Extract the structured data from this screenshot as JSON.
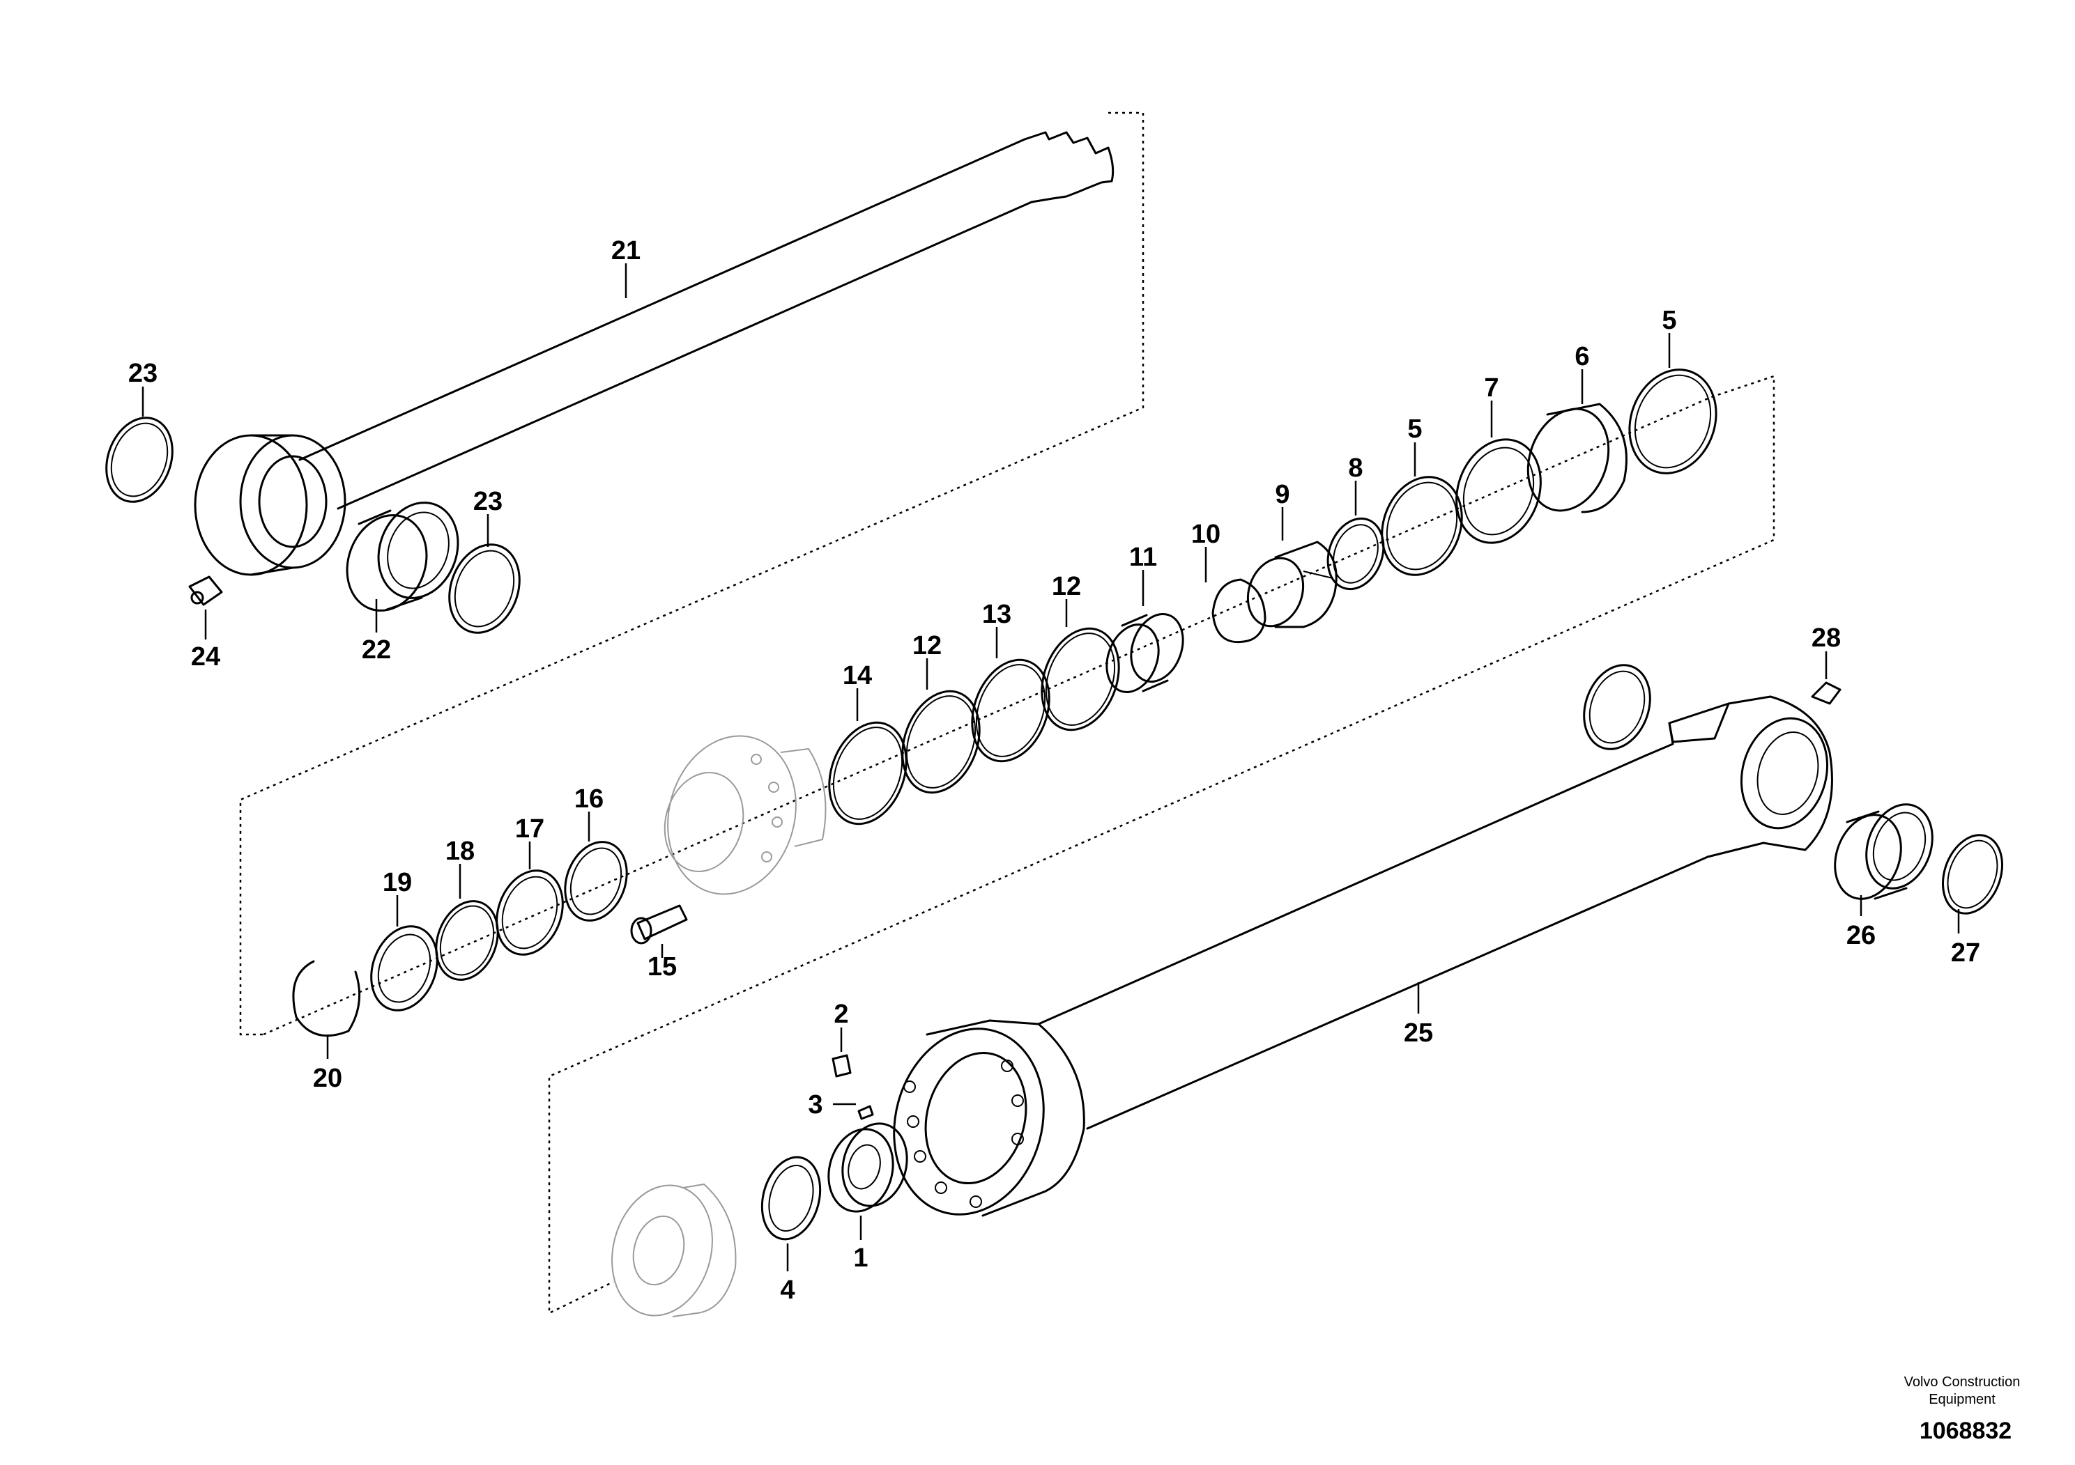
{
  "callouts": {
    "c1": "1",
    "c2": "2",
    "c3": "3",
    "c4": "4",
    "c5a": "5",
    "c5b": "5",
    "c6": "6",
    "c7": "7",
    "c8": "8",
    "c9": "9",
    "c10": "10",
    "c11": "11",
    "c12a": "12",
    "c12b": "12",
    "c13": "13",
    "c14": "14",
    "c15": "15",
    "c16": "16",
    "c17": "17",
    "c18": "18",
    "c19": "19",
    "c20": "20",
    "c21": "21",
    "c22": "22",
    "c23a": "23",
    "c23b": "23",
    "c24": "24",
    "c25": "25",
    "c26": "26",
    "c27": "27",
    "c28": "28"
  },
  "footer": {
    "brand_line1": "Volvo Construction",
    "brand_line2": "Equipment",
    "illustration_number": "1068832"
  }
}
